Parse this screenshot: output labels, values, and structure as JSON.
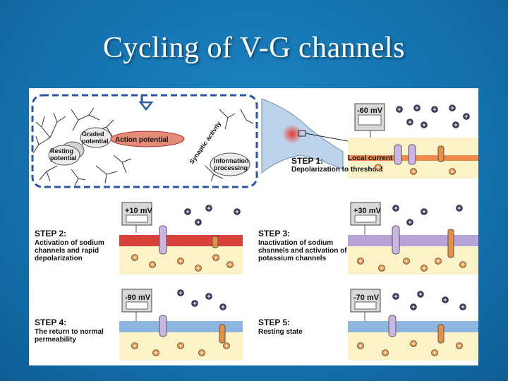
{
  "slide": {
    "title": "Cycling of V-G channels"
  },
  "concept_map": {
    "graded": "Graded potential",
    "resting": "Resting potential",
    "action": "Action potential",
    "synaptic": "Synaptic activity",
    "info": "Information processing"
  },
  "step1": {
    "title": "STEP 1:",
    "desc": "Depolarization to threshold",
    "local": "Local current",
    "voltage": "-60 mV"
  },
  "step2": {
    "title": "STEP 2:",
    "desc": "Activation of sodium channels and rapid depolarization",
    "voltage": "+10 mV"
  },
  "step3": {
    "title": "STEP 3:",
    "desc": "Inactivation of sodium channels and activation of potassium channels",
    "voltage": "+30 mV"
  },
  "step4": {
    "title": "STEP 4:",
    "desc": "The return to normal permeability",
    "voltage": "-90 mV"
  },
  "step5": {
    "title": "STEP 5:",
    "desc": "Resting state",
    "voltage": "-70 mV"
  },
  "colors": {
    "background": "#1473b0",
    "membrane_red": "#d9423a",
    "membrane_purple": "#b7a3d6",
    "membrane_blue": "#8fb6e0",
    "membrane_orange": "#f0894a",
    "extracellular": "#fbf2c8",
    "potassium_orange": "#e69043",
    "sodium_dark": "#3c3a60"
  }
}
